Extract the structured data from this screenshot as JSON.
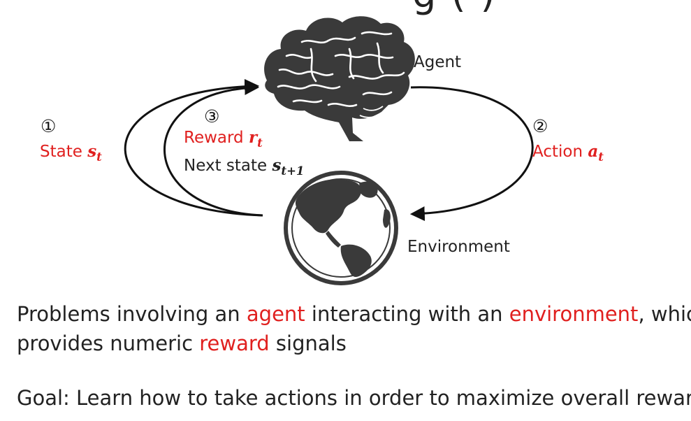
{
  "title_fragment": "g (  )",
  "colors": {
    "accent_red": "#e0201f",
    "text_dark": "#222222"
  },
  "diagram": {
    "agent": {
      "icon": "brain-icon",
      "label": "Agent"
    },
    "environment": {
      "icon": "globe-icon",
      "label": "Environment"
    },
    "step1": {
      "number": "①",
      "label": "State",
      "var": "s",
      "sub": "t"
    },
    "step2": {
      "number": "②",
      "label": "Action",
      "var": "a",
      "sub": "t"
    },
    "step3": {
      "number": "③",
      "reward_label": "Reward",
      "reward_var": "r",
      "reward_sub": "t",
      "next_label": "Next state",
      "next_var": "s",
      "next_sub": "t+1"
    }
  },
  "text": {
    "line1_a": "Problems involving an ",
    "line1_agent": "agent",
    "line1_b": " interacting with an ",
    "line1_env": "environment",
    "line1_c": ", which",
    "line2_a": "provides numeric ",
    "line2_reward": "reward",
    "line2_b": " signals",
    "goal": "Goal: Learn how to take actions in order to maximize overall reward?"
  }
}
